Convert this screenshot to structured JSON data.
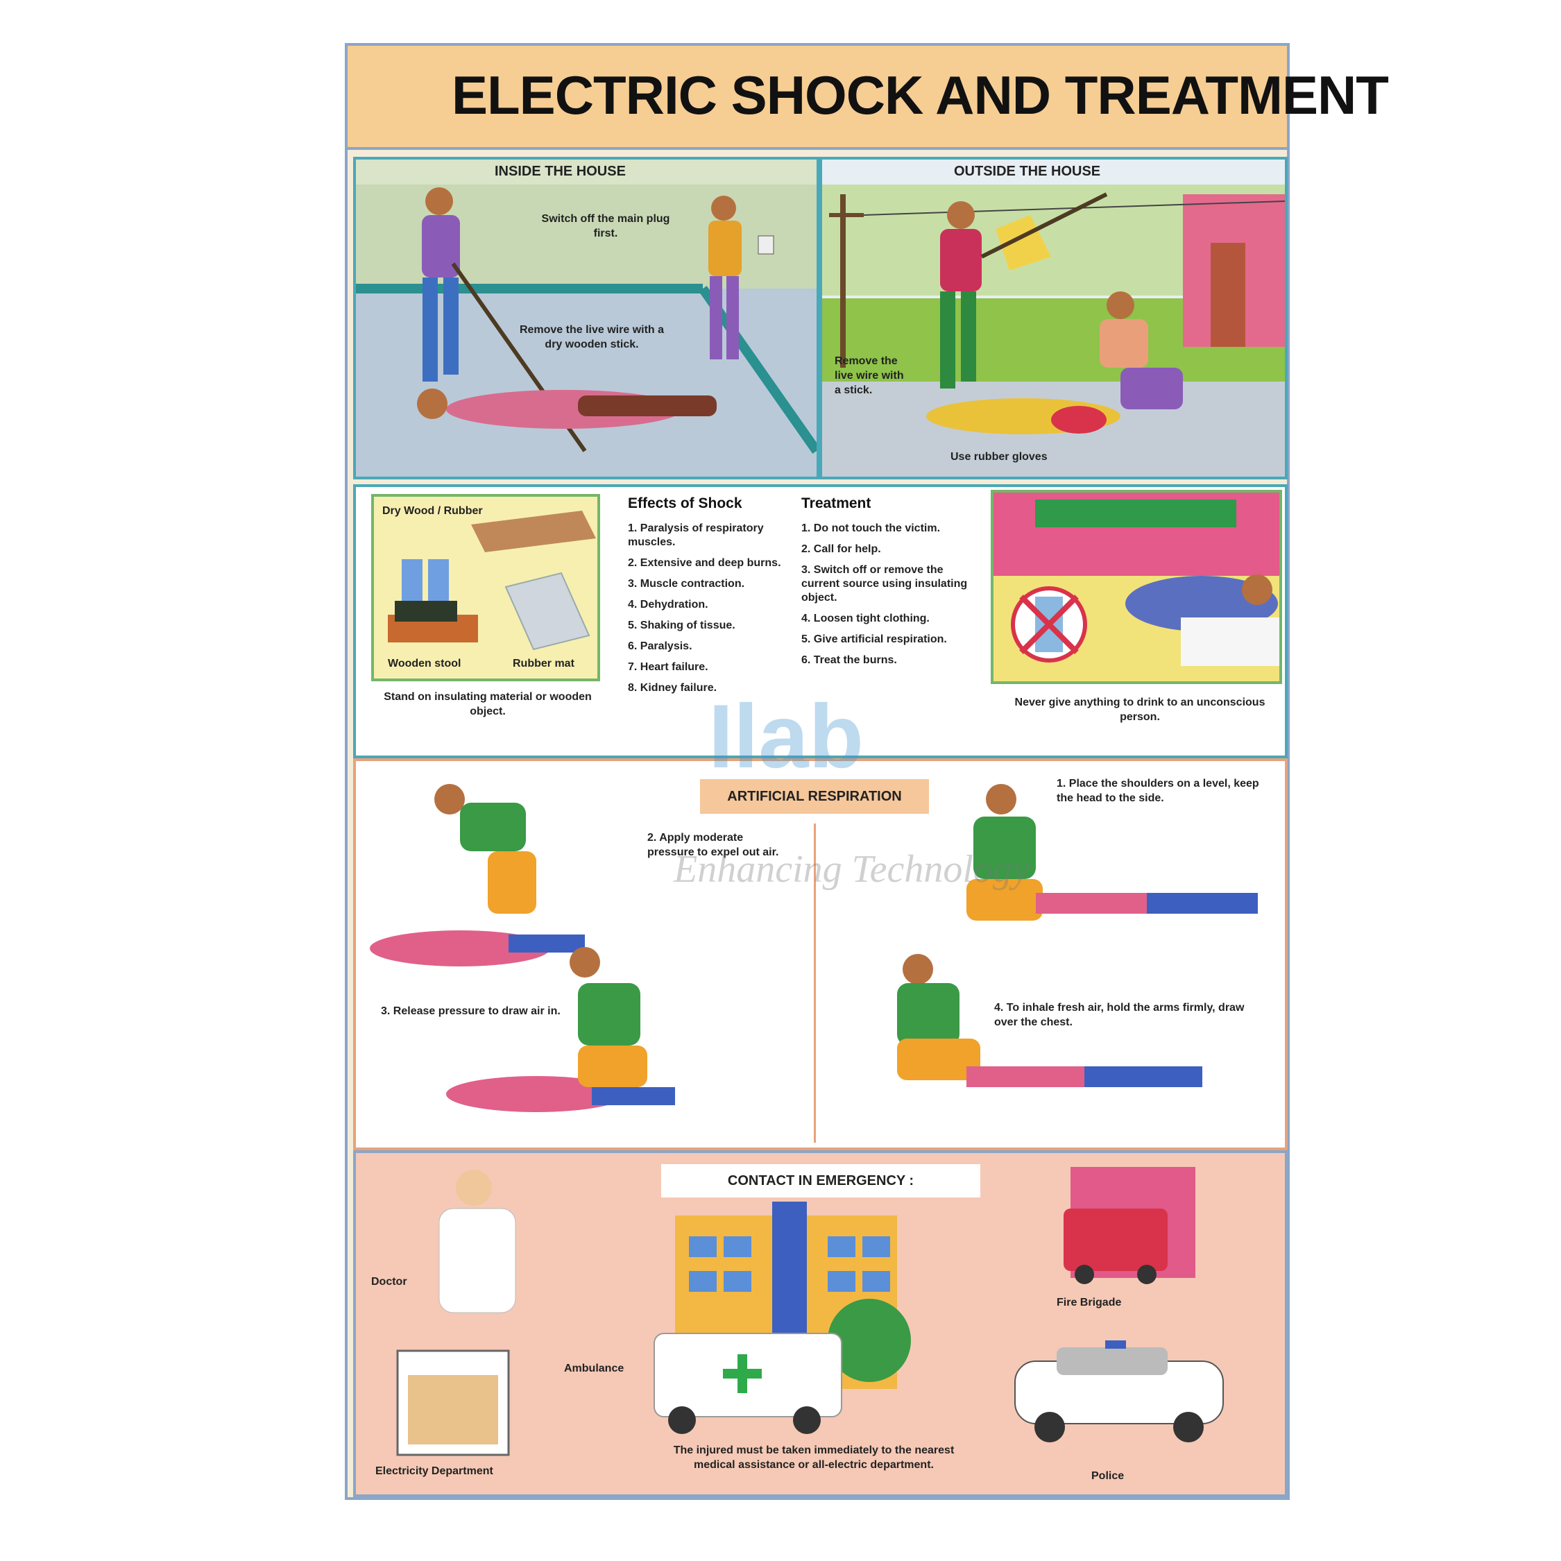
{
  "poster": {
    "title": "ELECTRIC SHOCK AND TREATMENT",
    "sections": {
      "inside": {
        "label": "INSIDE THE HOUSE",
        "captions": [
          "Switch off the main plug first.",
          "Remove the live wire with a dry wooden stick."
        ]
      },
      "outside": {
        "label": "OUTSIDE THE HOUSE",
        "captions": [
          "Remove the live wire with a stick.",
          "Use rubber gloves"
        ]
      },
      "insulating": {
        "label": "Dry Wood / Rubber",
        "items": [
          "Wooden stool",
          "Rubber mat"
        ],
        "caption": "Stand on insulating material or wooden object."
      },
      "effects": {
        "heading": "Effects of Shock",
        "items": [
          "1. Paralysis of respiratory muscles.",
          "2. Extensive and deep burns.",
          "3. Muscle contraction.",
          "4. Dehydration.",
          "5. Shaking of tissue.",
          "6. Paralysis.",
          "7. Heart failure.",
          "8. Kidney failure."
        ]
      },
      "treatment": {
        "heading": "Treatment",
        "items": [
          "1. Do not touch the victim.",
          "2. Call for help.",
          "3. Switch off or remove the current source using insulating object.",
          "4. Loosen tight clothing.",
          "5. Give artificial respiration.",
          "6. Treat the burns."
        ]
      },
      "no_drink": {
        "caption": "Never give anything to drink to an unconscious person."
      },
      "respiration": {
        "label": "ARTIFICIAL RESPIRATION",
        "steps": [
          "2. Apply moderate pressure to expel out air.",
          "3. Release pressure to draw air in.",
          "1. Place the shoulders on a level, keep the head to the side.",
          "4. To inhale fresh air, hold the arms firmly, draw over the chest."
        ]
      },
      "emergency": {
        "label": "CONTACT IN EMERGENCY :",
        "contacts": [
          "Doctor",
          "Ambulance",
          "Fire Brigade",
          "Electricity Department",
          "Police"
        ],
        "note": "The injured must be taken immediately to the nearest medical assistance or all-electric department."
      }
    },
    "watermark": {
      "logo": "Ilab",
      "tagline": "Enhancing Technology"
    }
  },
  "colors": {
    "title_bar": "#f6cd93",
    "frame": "#8aa6c8",
    "panel_border": "#4aa8b8",
    "shirt_green": "#3a9a46",
    "pink": "#e0608a"
  }
}
